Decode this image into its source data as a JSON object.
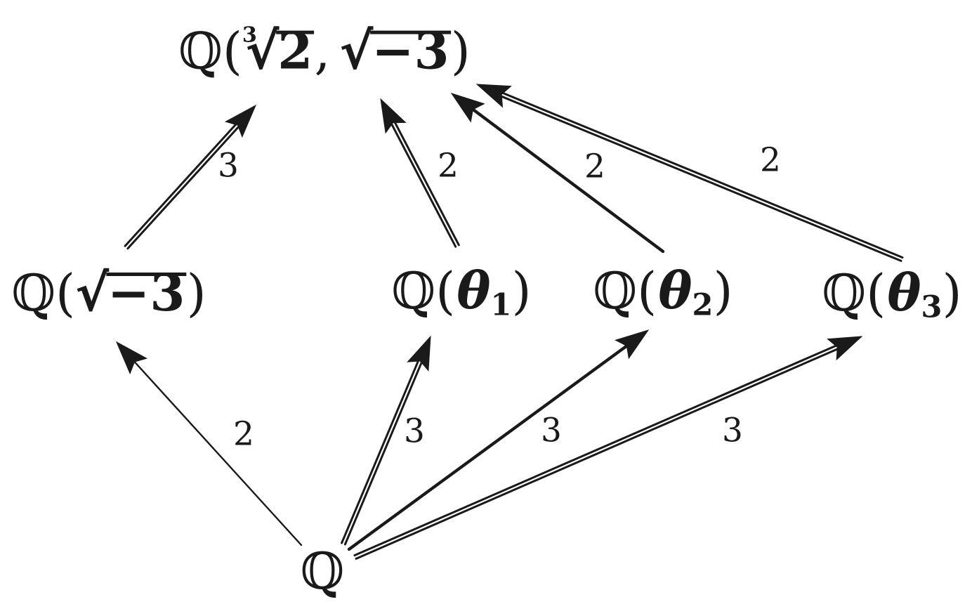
{
  "figure": {
    "kind": "field-extension-lattice",
    "background": "#ffffff",
    "ink": "#1a1a1a"
  },
  "nodes": {
    "top": {
      "q": "ℚ",
      "open": "(",
      "root_index": "3",
      "root_sign": "√",
      "radicand_a": "2",
      "separator": ",",
      "sqrt_sign": "√",
      "radicand_b": "−3",
      "close": ")"
    },
    "qsqrtm3": {
      "q": "ℚ",
      "open": "(",
      "sqrt_sign": "√",
      "radicand": "−3",
      "close": ")"
    },
    "qtheta1": {
      "q": "ℚ",
      "open": "(",
      "theta": "θ",
      "sub": "1",
      "close": ")"
    },
    "qtheta2": {
      "q": "ℚ",
      "open": "(",
      "theta": "θ",
      "sub": "2",
      "close": ")"
    },
    "qtheta3": {
      "q": "ℚ",
      "open": "(",
      "theta": "θ",
      "sub": "3",
      "close": ")"
    },
    "base": {
      "q": "ℚ"
    }
  },
  "edges": [
    {
      "from": "ℚ(√−3)",
      "to": "ℚ(∛2, √−3)",
      "label": "3",
      "style": "double"
    },
    {
      "from": "ℚ(θ1)",
      "to": "ℚ(∛2, √−3)",
      "label": "2",
      "style": "double"
    },
    {
      "from": "ℚ(θ2)",
      "to": "ℚ(∛2, √−3)",
      "label": "2",
      "style": "single-thick"
    },
    {
      "from": "ℚ(θ3)",
      "to": "ℚ(∛2, √−3)",
      "label": "2",
      "style": "double"
    },
    {
      "from": "ℚ",
      "to": "ℚ(√−3)",
      "label": "2",
      "style": "single-thin"
    },
    {
      "from": "ℚ",
      "to": "ℚ(θ1)",
      "label": "3",
      "style": "double"
    },
    {
      "from": "ℚ",
      "to": "ℚ(θ2)",
      "label": "3",
      "style": "single-thick"
    },
    {
      "from": "ℚ",
      "to": "ℚ(θ3)",
      "label": "3",
      "style": "double"
    }
  ]
}
